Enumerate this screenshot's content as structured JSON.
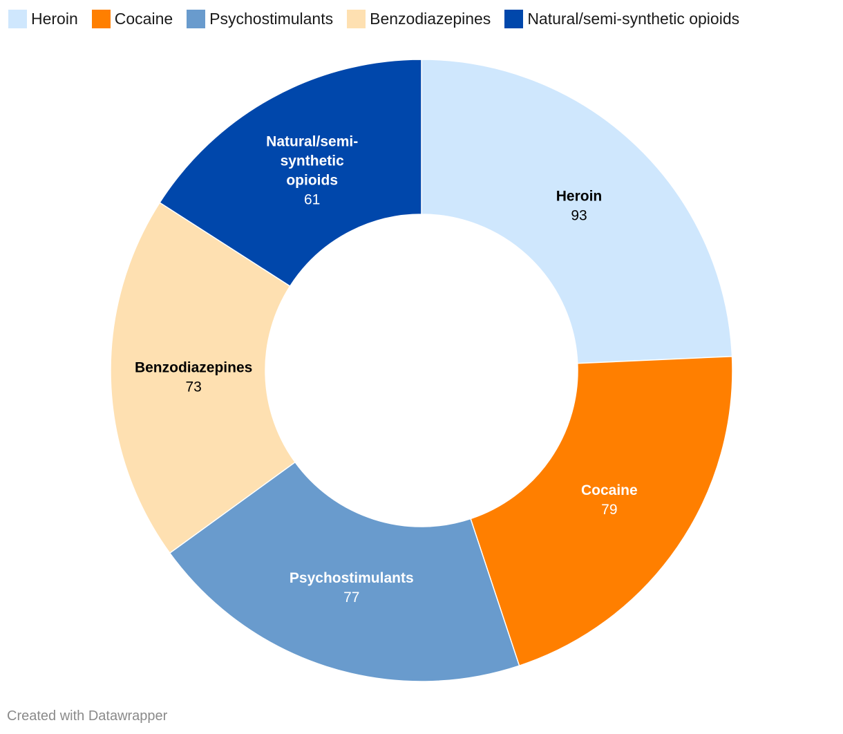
{
  "chart_data": {
    "type": "pie",
    "variant": "donut",
    "categories": [
      "Heroin",
      "Cocaine",
      "Psychostimulants",
      "Benzodiazepines",
      "Natural/semi-synthetic opioids"
    ],
    "values": [
      93,
      79,
      77,
      73,
      61
    ],
    "colors": [
      "#cfe7fd",
      "#ff7f00",
      "#699bcd",
      "#fee0b1",
      "#0047ab"
    ],
    "label_colors": [
      "#000000",
      "#ffffff",
      "#ffffff",
      "#000000",
      "#ffffff"
    ],
    "slice_labels": [
      [
        "Heroin"
      ],
      [
        "Cocaine"
      ],
      [
        "Psychostimulants"
      ],
      [
        "Benzodiazepines"
      ],
      [
        "Natural/semi-",
        "synthetic",
        "opioids"
      ]
    ],
    "legend_position": "top-left"
  },
  "footer": {
    "credit": "Created with Datawrapper"
  }
}
